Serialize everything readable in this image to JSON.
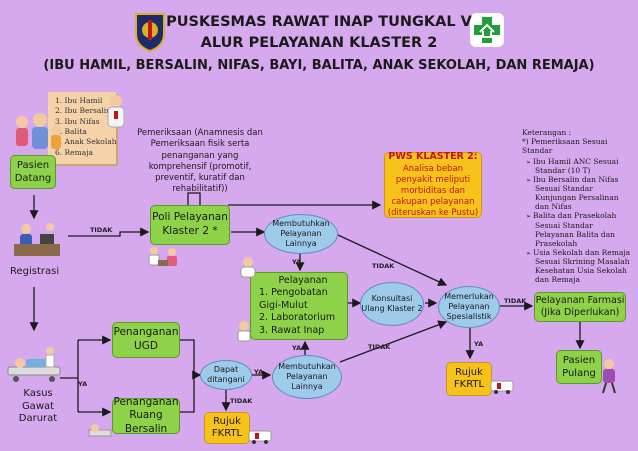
{
  "header": {
    "line1": "PUSKESMAS RAWAT INAP TUNGKAL V",
    "line2": "ALUR PELAYANAN KLASTER 2",
    "line3": "(IBU HAMIL, BERSALIN, NIFAS, BAYI, BALITA, ANAK SEKOLAH, DAN REMAJA)"
  },
  "target_groups": [
    "1. Ibu Hamil",
    "2. Ibu Bersalin",
    "3. Ibu Nifas",
    "4. Balita",
    "5. Anak Sekolah",
    "6. Remaja"
  ],
  "nodes": {
    "pasien_datang": "Pasien Datang",
    "registrasi": "Registrasi",
    "kasus_gawat": "Kasus Gawat Darurat",
    "poli": "Poli Pelayanan Klaster 2 *",
    "pemeriksaan_note": "Pemeriksaan (Anamnesis dan Pemeriksaan fisik serta penanganan yang komprehensif (promotif, preventif, kuratif dan rehabilitatif))",
    "pws_title": "PWS KLASTER 2:",
    "pws_text": "Analisa beban penyakit meliputi morbiditas dan cakupan pelayanan (diteruskan ke Pustu)",
    "membutuhkan_top": "Membutuhkan Pelayanan Lainnya",
    "pelayanan_title": "Pelayanan",
    "pelayanan_items": [
      "1.  Pengobatan Gigi-Mulut",
      "2.  Laboratorium",
      "3.  Rawat Inap"
    ],
    "konsultasi": "Konsultasi Ulang Klaster 2",
    "memerlukan": "Memerlukan Pelayanan Spesialistik",
    "farmasi": "Pelayanan Farmasi (Jika Diperlukan)",
    "penanganan_ugd": "Penanganan UGD",
    "penanganan_bersalin": "Penanganan Ruang Bersalin",
    "dapat_ditangani": "Dapat ditangani",
    "membutuhkan_bottom": "Membutuhkan Pelayanan Lainnya",
    "rujuk_fkrtl_bottom": "Rujuk FKRTL",
    "rujuk_fkrtl_right": "Rujuk FKRTL",
    "pasien_pulang": "Pasien Pulang"
  },
  "edge_labels": {
    "tidak1": "TIDAK",
    "ya1": "YA",
    "tidak2": "TIDAK",
    "tidak3": "TIDAK",
    "ya2": "YA",
    "tidak4": "TIDAK",
    "ya3": "YA",
    "ya4": "YA",
    "ya5": "YA",
    "tidak5": "TIDAK"
  },
  "notes": {
    "title": "Keterangan :",
    "intro": "*) Pemeriksaan Sesuai Standar",
    "items": [
      "Ibu Hamil ANC Sesuai Standar (10 T)",
      "Ibu Bersalin dan Nifas Sesuai Standar Kunjungan Persalinan dan Nifas",
      "Balita dan Prasekolah Sesuai Standar Pelayanan Balita dan Prasekolah",
      "Usia Sekolah dan Remaja Sesuai Skrining Masalah Kesehatan Usia Sekolah dan Remaja"
    ]
  },
  "colors": {
    "background": "#d6a8ee",
    "node_green": "#8ed24a",
    "node_blue": "#9ecbea",
    "node_orange": "#f7c31a",
    "title_red": "#c0141c",
    "arrow": "#1a1a1a"
  }
}
